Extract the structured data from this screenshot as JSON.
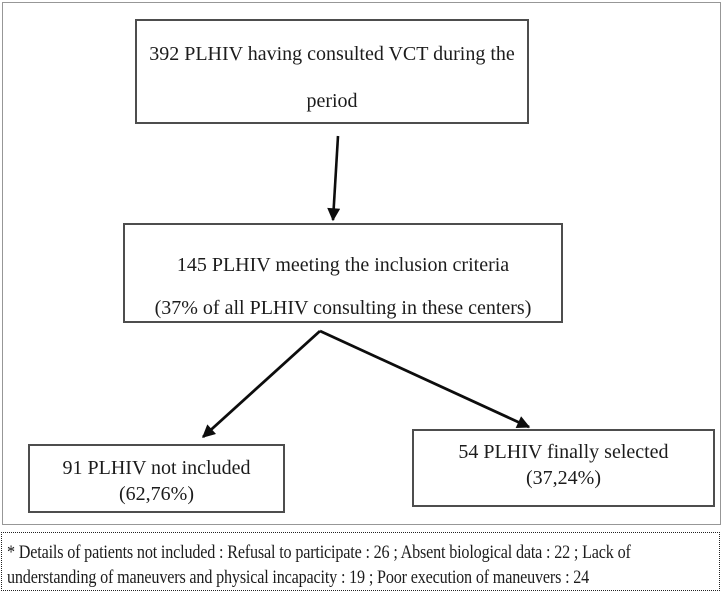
{
  "diagram": {
    "type": "flowchart",
    "top_box": {
      "line1": "392 PLHIV having consulted VCT during the",
      "line2": "period"
    },
    "middle_box": {
      "line1": "145 PLHIV meeting the inclusion criteria",
      "line2": "(37% of all PLHIV consulting in these centers)"
    },
    "left_box": {
      "line1": "91 PLHIV not included",
      "line2": "(62,76%)"
    },
    "right_box": {
      "line1": "54 PLHIV finally selected",
      "line2": "(37,24%)"
    },
    "values": {
      "consulted_vct": 392,
      "meeting_inclusion_criteria": 145,
      "meeting_inclusion_percent": "37%",
      "not_included": 91,
      "not_included_percent": "62,76%",
      "finally_selected": 54,
      "finally_selected_percent": "37,24%",
      "refusal_to_participate": 26,
      "absent_biological_data": 22,
      "lack_of_understanding_or_incapacity": 19,
      "poor_execution_of_maneuvers": 24
    }
  },
  "footnote": {
    "line1": "* Details of patients not included : Refusal to participate : 26 ; Absent biological data : 22 ; Lack of",
    "line2": "understanding of maneuvers and physical incapacity : 19 ; Poor execution of maneuvers : 24"
  },
  "colors": {
    "background": "#ffffff",
    "box_border": "#4d4d4d",
    "outer_frame_border": "#979797",
    "footnote_border": "#222222",
    "arrow": "#0d0d0d",
    "text": "#1c1c1c"
  }
}
